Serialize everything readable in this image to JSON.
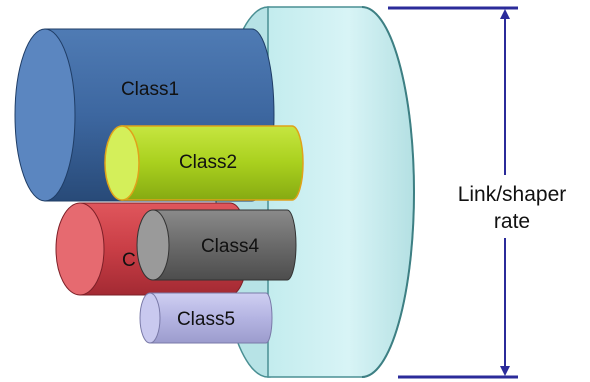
{
  "classes": [
    {
      "label": "Class1",
      "color": "#3f6aa0"
    },
    {
      "label": "Class2",
      "color": "#b2d62a"
    },
    {
      "label": "C",
      "color": "#d2454c"
    },
    {
      "label": "Class4",
      "color": "#6e6e6e"
    },
    {
      "label": "Class5",
      "color": "#b8b8e6"
    }
  ],
  "link": {
    "line1": "Link/shaper",
    "line2": "rate",
    "color": "#cdeef0",
    "arrow_color": "#2b2b9a"
  }
}
